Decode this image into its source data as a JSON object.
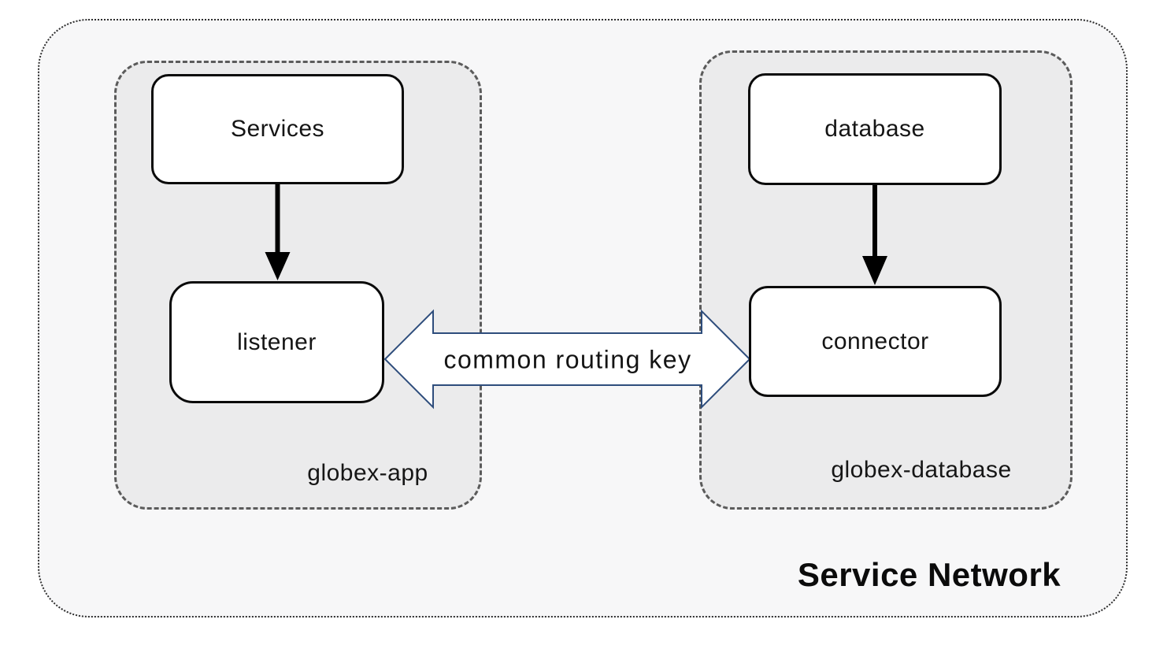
{
  "title": "Service Network",
  "zones": {
    "app": {
      "label": "globex-app",
      "nodes": {
        "top": {
          "label": "Services"
        },
        "bottom": {
          "label": "listener"
        }
      }
    },
    "database": {
      "label": "globex-database",
      "nodes": {
        "top": {
          "label": "database"
        },
        "bottom": {
          "label": "connector"
        }
      }
    }
  },
  "link": {
    "label": "common routing key",
    "type": "bidirectional"
  },
  "colors": {
    "outer_fill": "#f7f7f8",
    "outer_border": "#2e2e2e",
    "zone_fill": "#ebebec",
    "zone_border": "#5b5b5b",
    "node_border": "#0a0a0a",
    "text": "#151515",
    "link_outline": "#2e4d7c",
    "link_fill": "#ffffff",
    "flow_arrow": "#000000"
  }
}
